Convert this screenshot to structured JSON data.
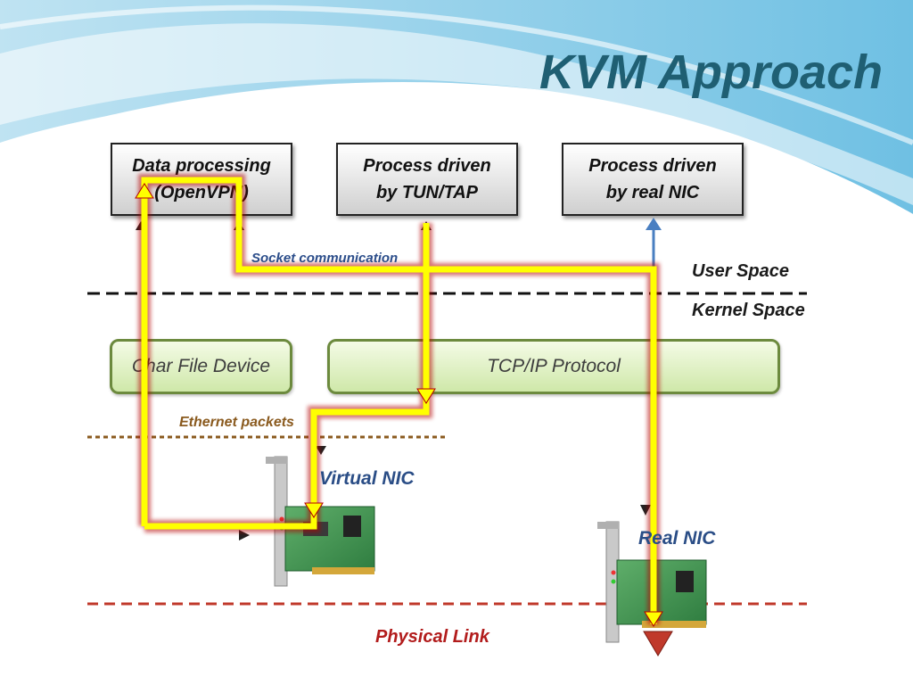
{
  "slide": {
    "title": "KVM Approach"
  },
  "boxes": {
    "data_processing": "Data processing\n(OpenVPN)",
    "tun_tap": "Process driven\nby TUN/TAP",
    "real_nic": "Process driven\nby real NIC"
  },
  "layers": {
    "user_space": "User Space",
    "kernel_space": "Kernel Space",
    "physical_link": "Physical Link"
  },
  "modules": {
    "char_device": "Char File Device",
    "tcpip": "TCP/IP Protocol"
  },
  "annotations": {
    "socket": "Socket communication",
    "ethernet": "Ethernet packets",
    "virtual_nic": "Virtual NIC",
    "real_nic": "Real NIC"
  },
  "colors": {
    "title": "#1f5f73",
    "path": "#ffff00",
    "path_glow": "#b40000",
    "user_kernel_divider": "#111111",
    "ethernet_divider": "#8a5a1e",
    "physical_divider": "#c0392b",
    "up_arrow": "#4a7fc1"
  },
  "icons": {
    "virtual_nic": "network-card-icon",
    "real_nic": "network-card-icon"
  }
}
